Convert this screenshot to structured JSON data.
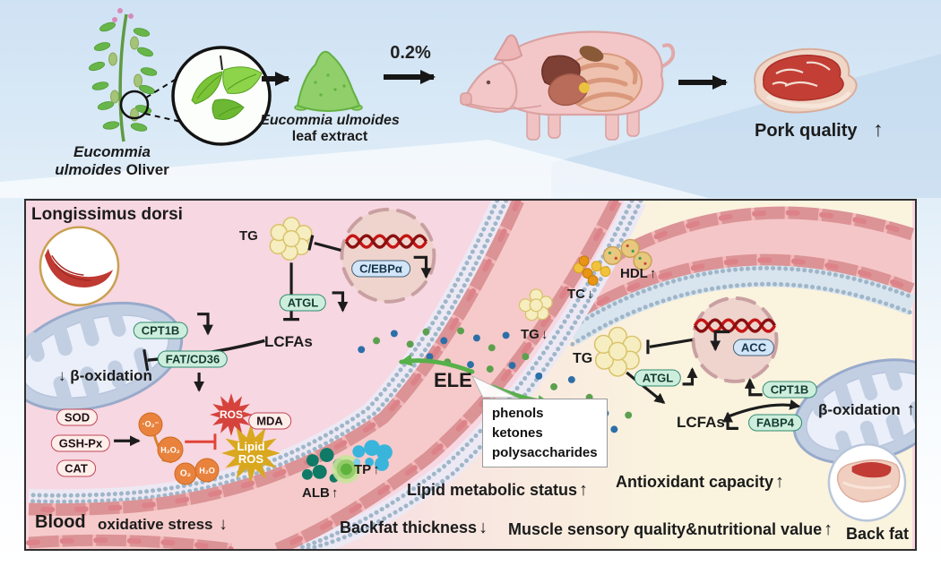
{
  "colors": {
    "panel_left_bg": "#f7d7e1",
    "panel_right_bg": "#faf3de",
    "vessel_lumen": "#f6caca",
    "membrane_beads": "#9fb6c9",
    "teal_pill_bg": "#cdeedd",
    "blue_pill_bg": "#d2e6f8",
    "pink_pill_bg": "#fdeee9",
    "ros_red": "#d5433c",
    "lipid_ros_gold": "#d9a81f",
    "oxidant_orange": "#e8823c",
    "ele_dot_blue": "#2c6fa8",
    "ele_dot_green": "#5ba04e",
    "dna_red": "#c41515",
    "regulation_black": "#1c1c1c",
    "green_arrow": "#57b04a",
    "extract_green": "#90cf69",
    "pig_pink": "#f3c7c7",
    "meat_red": "#c33f36"
  },
  "top": {
    "plant": {
      "genus": "Eucommia",
      "species": "ulmoides",
      "author": "Oliver"
    },
    "extract": {
      "species": "Eucommia ulmoides",
      "label": "leaf extract"
    },
    "dose": "0.2%",
    "outcome": {
      "label": "Pork quality",
      "arrow": "↑"
    }
  },
  "panel": {
    "title": "Longissimus dorsi",
    "blood": "Blood",
    "oxidative_stress": {
      "label": "oxidative stress",
      "arrow": "↓"
    },
    "ele": {
      "label": "ELE",
      "components": {
        "c1": "phenols",
        "c2": "ketones",
        "c3": "polysaccharides"
      }
    },
    "left": {
      "tg": "TG",
      "lcfas": "LCFAs",
      "cebpa": "C/EBPα",
      "atgl": "ATGL",
      "cpt1b": "CPT1B",
      "fat_cd36": "FAT/CD36",
      "beta_ox": {
        "arrow": "↓",
        "label": "β-oxidation"
      },
      "sod": "SOD",
      "gsh_px": "GSH-Px",
      "cat": "CAT",
      "superoxide": "·O₂⁻",
      "h2o2": "H₂O₂",
      "o2": "O₂",
      "h2o": "H₂O",
      "ros": "ROS",
      "mda": "MDA",
      "lipid_ros": {
        "l1": "Lipid",
        "l2": "ROS"
      }
    },
    "vessel": {
      "alb": {
        "label": "ALB",
        "arrow": "↑"
      },
      "tp": {
        "label": "TP",
        "arrow": "↑"
      }
    },
    "right": {
      "hdl": {
        "label": "HDL",
        "arrow": "↑"
      },
      "tc": {
        "label": "TC",
        "arrow": "↓"
      },
      "tg_vessel": {
        "label": "TG",
        "arrow": "↓"
      },
      "tg": "TG",
      "lcfas": "LCFAs",
      "acc": "ACC",
      "atgl": "ATGL",
      "cpt1b": "CPT1B",
      "fabp4": "FABP4",
      "beta_ox": {
        "label": "β-oxidation",
        "arrow": "↑"
      },
      "backfat": "Back fat"
    },
    "conclusions": {
      "lipid": {
        "label": "Lipid metabolic status",
        "arrow": "↑"
      },
      "antioxidant": {
        "label": "Antioxidant capacity",
        "arrow": "↑"
      },
      "backfat": {
        "label": "Backfat thickness",
        "arrow": "↓"
      },
      "muscle": {
        "label": "Muscle sensory quality&nutritional value",
        "arrow": "↑"
      }
    }
  }
}
